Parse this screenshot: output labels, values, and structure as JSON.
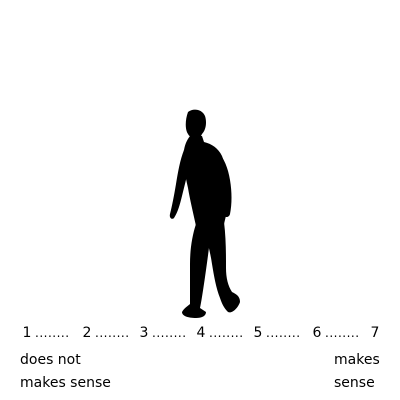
{
  "scale": {
    "points": [
      "1",
      "2",
      "3",
      "4",
      "5",
      "6",
      "7"
    ],
    "separator": "........"
  },
  "anchors": {
    "left": {
      "line1": "does not",
      "line2": "makes sense"
    },
    "right": {
      "line1": "makes",
      "line2": "sense"
    }
  },
  "figure": {
    "icon": "walking-man-silhouette",
    "color": "#000000"
  }
}
